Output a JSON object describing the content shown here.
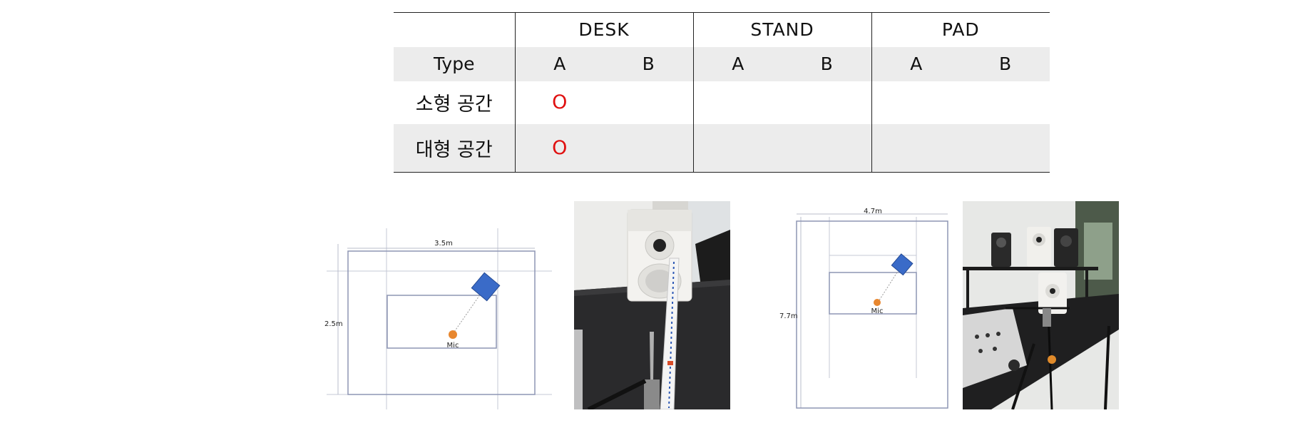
{
  "table": {
    "groups": [
      "DESK",
      "STAND",
      "PAD"
    ],
    "type_label": "Type",
    "subtypes": [
      "A",
      "B",
      "A",
      "B",
      "A",
      "B"
    ],
    "rows": [
      {
        "label": "소형 공간",
        "cells": [
          "O",
          "",
          "",
          "",
          "",
          ""
        ]
      },
      {
        "label": "대형 공간",
        "cells": [
          "O",
          "",
          "",
          "",
          "",
          ""
        ]
      }
    ]
  },
  "figures": {
    "small_room": {
      "width_label": "3.5m",
      "height_label": "2.5m",
      "mic_label": "Mic"
    },
    "large_room": {
      "width_label": "4.7m",
      "height_label": "7.7m",
      "mic_label": "Mic"
    }
  },
  "colors": {
    "mark": "#e01010",
    "speaker": "#3a6bc8",
    "mic": "#e8872f",
    "room_line": "#8e96b4"
  }
}
